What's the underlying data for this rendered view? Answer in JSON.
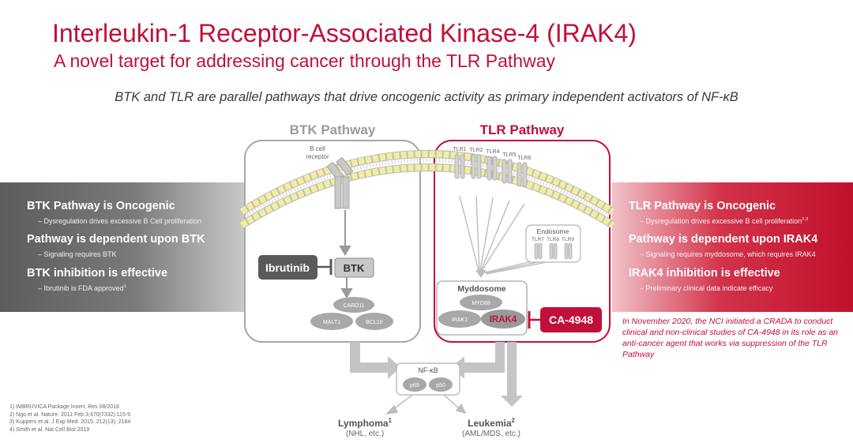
{
  "header": {
    "title": "Interleukin-1 Receptor-Associated Kinase-4 (IRAK4)",
    "subtitle": "A novel target for addressing cancer through the TLR Pathway",
    "tagline": "BTK and TLR are parallel pathways that drive oncogenic activity as primary independent activators of NF-κB"
  },
  "btk_pathway": {
    "title": "BTK Pathway",
    "receptor_label_1": "B cell",
    "receptor_label_2": "receptor",
    "inhibitor": "Ibrutinib",
    "kinase": "BTK",
    "complex": [
      "CARD11",
      "MALT1",
      "BCL10"
    ]
  },
  "tlr_pathway": {
    "title": "TLR Pathway",
    "receptors": [
      "TLR1",
      "TLR2",
      "TLR4",
      "TLR5",
      "TLR6"
    ],
    "endosome_title": "Endosome",
    "endosome_receptors": [
      "TLR7",
      "TLR8",
      "TLR9"
    ],
    "myddosome_title": "Myddosome",
    "myddosome_parts": [
      "MYD88",
      "IRAK1",
      "IRAK4"
    ],
    "inhibitor": "CA-4948"
  },
  "nfkb": {
    "title": "NF-κB",
    "subunits": [
      "p65",
      "p50"
    ]
  },
  "outcomes": [
    {
      "name": "Lymphoma",
      "sup": "1",
      "sub": "(NHL, etc.)"
    },
    {
      "name": "Leukemia",
      "sup": "2",
      "sub": "(AML/MDS, etc.)"
    }
  ],
  "left_panel": {
    "items": [
      {
        "heading": "BTK Pathway is Oncogenic",
        "detail": "– Dysregulation drives excessive B Cell proliferation",
        "sup": ""
      },
      {
        "heading": "Pathway is dependent upon BTK",
        "detail": "– Signaling requires BTK",
        "sup": ""
      },
      {
        "heading": "BTK inhibition is effective",
        "detail": "– Ibrutinib is FDA approved",
        "sup": "1"
      }
    ]
  },
  "right_panel": {
    "items": [
      {
        "heading": "TLR Pathway is Oncogenic",
        "detail": "– Dysregulation drives excessive B cell proliferation",
        "sup": "2,3"
      },
      {
        "heading": "Pathway is dependent upon IRAK4",
        "detail": "– Signaling requires myddosome, which requires IRAK4",
        "sup": ""
      },
      {
        "heading": "IRAK4 inhibition is effective",
        "detail": "– Preliminary clinical data indicate efficacy",
        "sup": ""
      }
    ],
    "note": "In November 2020, the NCI initiated a CRADA to conduct clinical and non-clinical studies of CA-4948 in its role as an anti-cancer agent that works via suppression of the TLR Pathway"
  },
  "references": [
    "1) IMBRUVICA Package Insert. Rev 08/2018",
    "2) Ngo et al. Nature. 2011 Feb 3;470(7332):115-9",
    "3) Kuppers et al. J Exp Med. 2015. 212(13): 2184",
    "4) Smith et al. Nat Cell Biol 2019"
  ],
  "colors": {
    "brand_red": "#c0103a",
    "pathway_gray": "#9b9b9b",
    "membrane_head": "#f3ee9e"
  }
}
